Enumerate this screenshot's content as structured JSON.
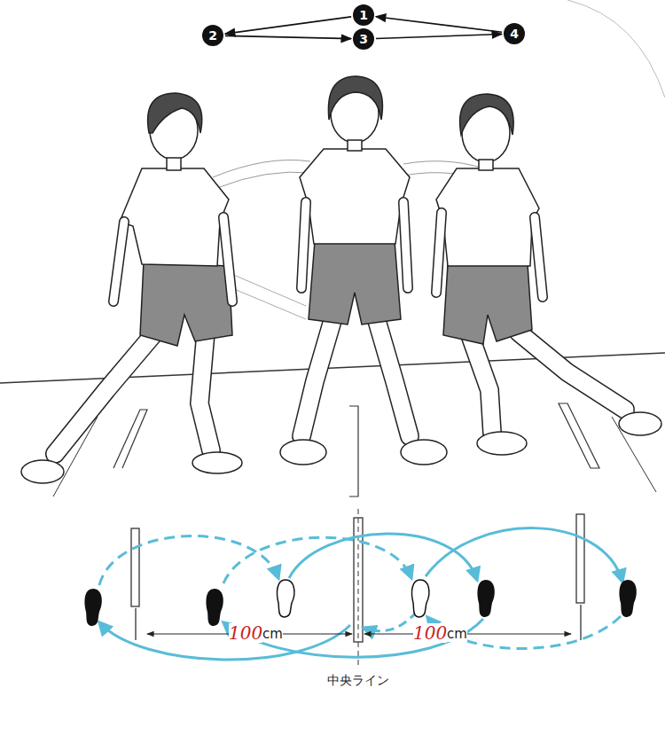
{
  "diagram": {
    "nodes": [
      {
        "text": [
          "1"
        ]
      },
      {
        "text": [
          "2"
        ]
      },
      {
        "text": [
          "3"
        ]
      },
      {
        "text": [
          "4"
        ]
      }
    ],
    "edges": [
      {
        "from": 3,
        "to": 0,
        "arrow": "to"
      },
      {
        "from": 0,
        "to": 1,
        "arrow": "to"
      },
      {
        "from": 1,
        "to": 2,
        "arrow": "to"
      },
      {
        "from": 2,
        "to": 3,
        "arrow": "to"
      }
    ],
    "labels": [
      "100",
      "cm",
      "100",
      "cm",
      "中央ライン"
    ]
  }
}
